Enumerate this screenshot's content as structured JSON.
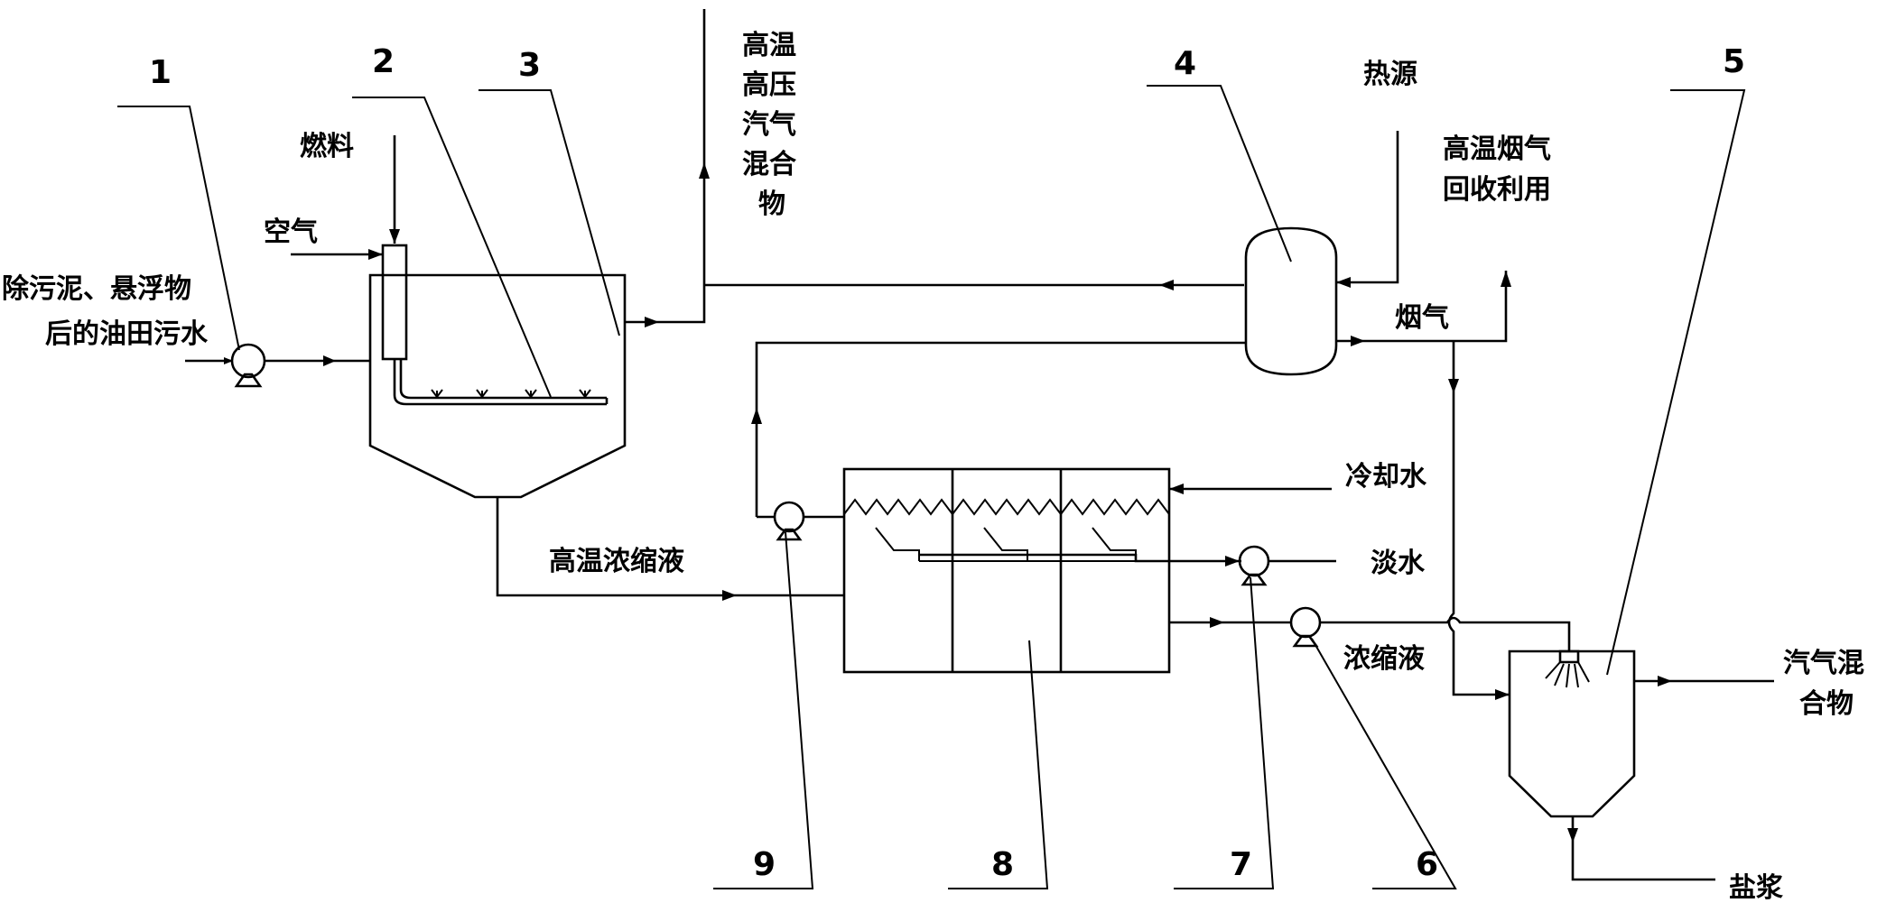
{
  "labels": {
    "wastewater": [
      "除污泥、悬浮物",
      "后的油田污水"
    ],
    "fuel": "燃料",
    "air": "空气",
    "steam_out": [
      "高温",
      "高压",
      "汽气",
      "混合",
      "物"
    ],
    "heat_source": "热源",
    "flue_recovery": [
      "高温烟气",
      "回收利用"
    ],
    "flue_gas": "烟气",
    "hot_concentrate": "高温浓缩液",
    "cooling_water": "冷却水",
    "fresh_water": "淡水",
    "concentrate": "浓缩液",
    "steam_mix_out": [
      "汽气混",
      "合物"
    ],
    "salt_slurry": "盐浆"
  },
  "component_numbers": {
    "n1": "1",
    "n2": "2",
    "n3": "3",
    "n4": "4",
    "n5": "5",
    "n6": "6",
    "n7": "7",
    "n8": "8",
    "n9": "9"
  }
}
